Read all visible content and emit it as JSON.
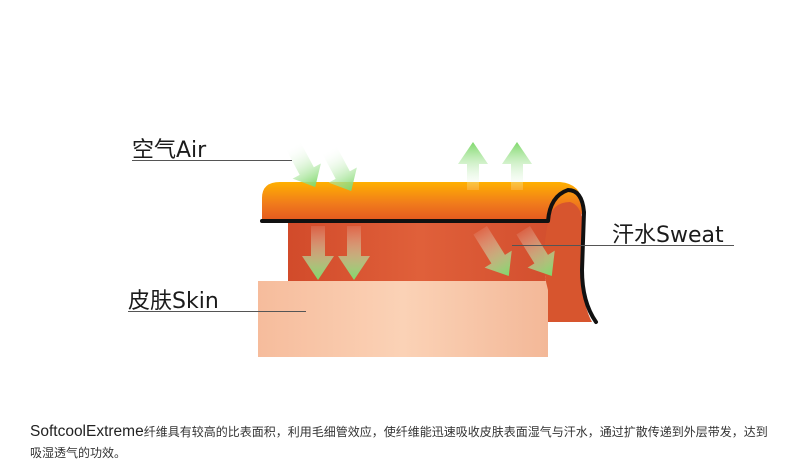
{
  "labels": {
    "air": "空气Air",
    "sweat": "汗水Sweat",
    "skin": "皮肤Skin"
  },
  "caption": {
    "brand": "SoftcoolExtreme",
    "text": "纤维具有较高的比表面积，利用毛细管效应，使纤维能迅速吸收皮肤表面湿气与汗水，通过扩散传递到外层带发，达到吸湿透气的功效。"
  },
  "colors": {
    "fabric_top": "#e8641e",
    "fabric_highlight": "#ffb000",
    "fabric_under": "#d8532c",
    "skin": "#f6c4a4",
    "arrow_green": "#8fe07a",
    "outline": "#111111"
  }
}
